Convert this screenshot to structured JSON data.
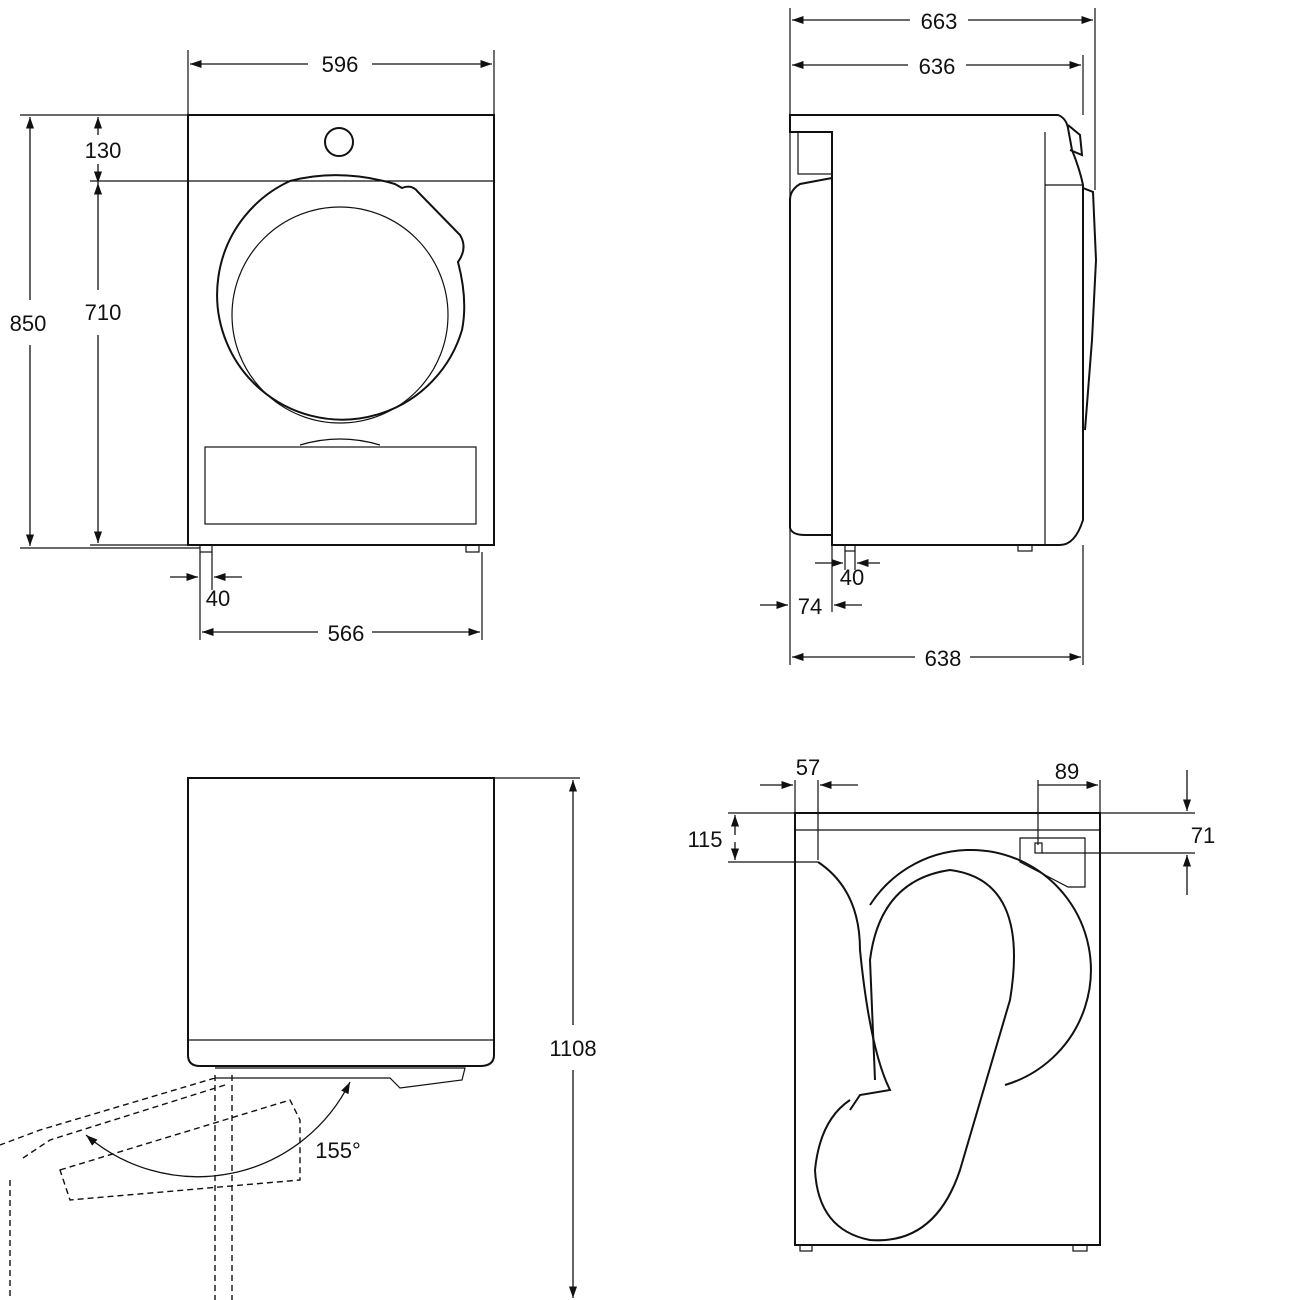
{
  "front_view": {
    "width": "596",
    "top_panel_height": "130",
    "door_height": "710",
    "total_height": "850",
    "foot_offset": "40",
    "foot_span": "566"
  },
  "side_view": {
    "depth_total": "663",
    "depth_body": "636",
    "foot_offset": "40",
    "front_offset": "74",
    "depth_base": "638"
  },
  "door_view": {
    "height_open": "1108",
    "door_angle": "155°"
  },
  "back_view": {
    "hose_x": "57",
    "outlet_x": "89",
    "hose_y": "115",
    "outlet_y": "71"
  }
}
